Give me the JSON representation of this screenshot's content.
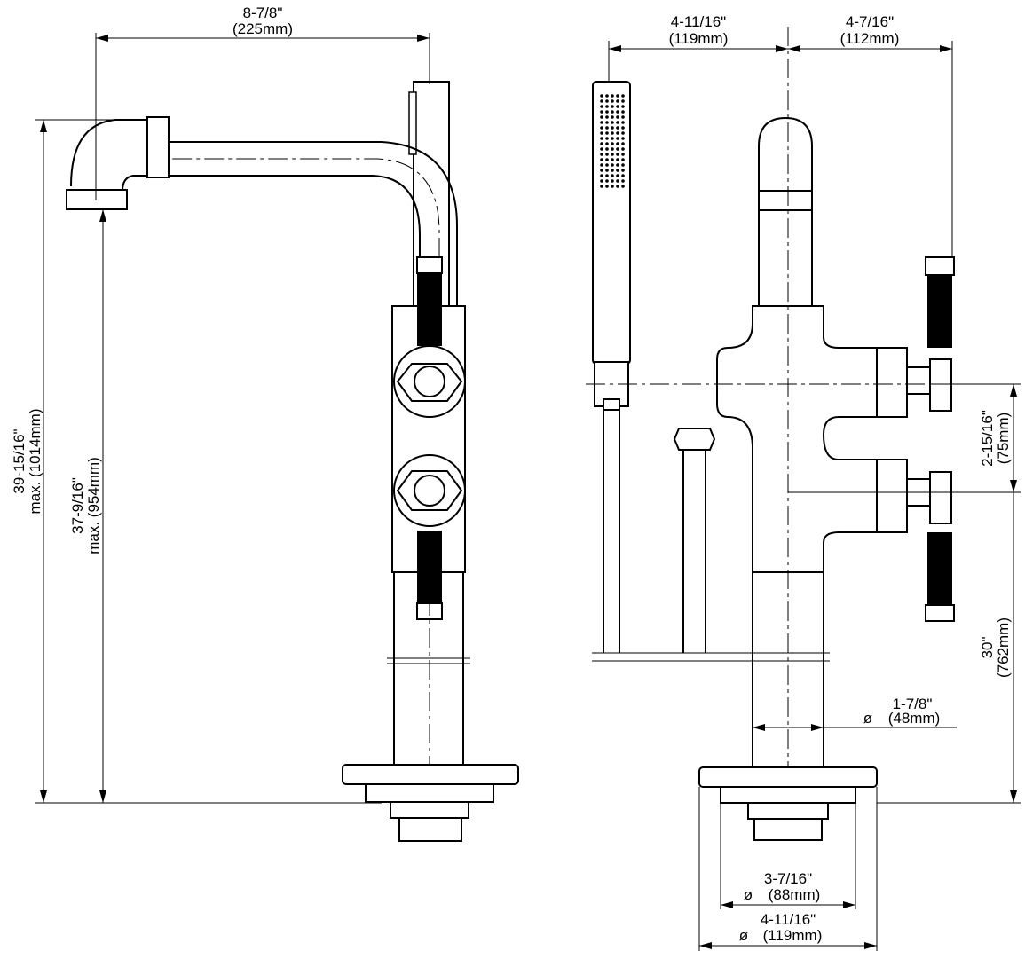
{
  "dimensions": {
    "spout_reach": {
      "imperial": "8-7/8\"",
      "metric": "(225mm)"
    },
    "handshower_offset": {
      "imperial": "4-11/16\"",
      "metric": "(119mm)"
    },
    "handle_offset": {
      "imperial": "4-7/16\"",
      "metric": "(112mm)"
    },
    "overall_height": {
      "imperial": "39-15/16\"",
      "metric": "max. (1014mm)",
      "prefix": "max."
    },
    "spout_height": {
      "imperial": "37-9/16\"",
      "metric": "max. (954mm)",
      "prefix": "max."
    },
    "handle_spacing": {
      "imperial": "2-15/16\"",
      "metric": "(75mm)"
    },
    "riser_height": {
      "imperial": "30\"",
      "metric": "(762mm)"
    },
    "riser_diameter": {
      "imperial": "1-7/8\"",
      "metric": "(48mm)",
      "symbol": "ø"
    },
    "base_inner_diameter": {
      "imperial": "3-7/16\"",
      "metric": "(88mm)",
      "symbol": "ø"
    },
    "base_outer_diameter": {
      "imperial": "4-11/16\"",
      "metric": "(119mm)",
      "symbol": "ø"
    }
  },
  "labels": {
    "overall_height_line1": "39-15/16\"",
    "overall_height_line2": "max.  (1014mm)",
    "spout_height_line1": "37-9/16\"",
    "spout_height_line2": "max.  (954mm)"
  }
}
